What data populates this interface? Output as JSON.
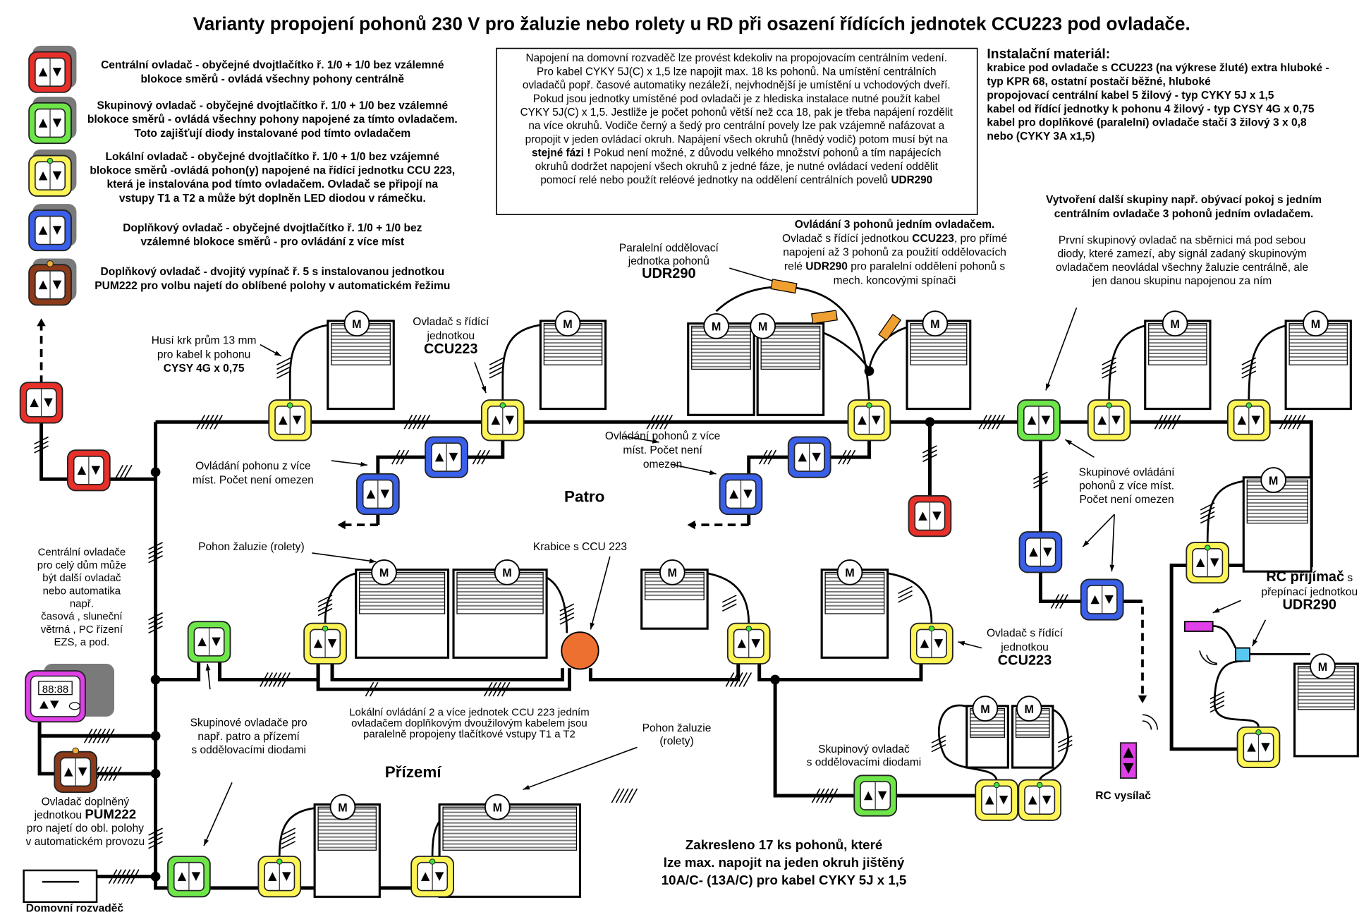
{
  "title": "Varianty propojení pohonů 230 V pro žaluzie nebo rolety u RD při osazení řídících jednotek CCU223 pod ovladače.",
  "colors": {
    "central": "#e8302a",
    "group": "#6ee64a",
    "local": "#fdf556",
    "additional": "#3a5fe8",
    "pum": "#8b3a1a",
    "timer": "#e040e8",
    "udr": "#f0a030",
    "ccu_box": "#ee7030",
    "rc_receiver": "#58c8f0",
    "rc_transmitter": "#e040e8",
    "led": "#40e040"
  },
  "legend": [
    {
      "type": "central",
      "lines": [
        "Centrální ovladač - obyčejné dvojtlačítko ř. 1/0 + 1/0 bez vzálemné",
        "blokoce směrů -  ovládá všechny pohony centrálně"
      ]
    },
    {
      "type": "group",
      "lines": [
        "Skupinový  ovladač  - obyčejné dvojtlačítko ř. 1/0 + 1/0 bez vzálemné",
        "blokoce směrů - ovládá všechny pohony napojené za tímto ovladačem.",
        "Toto zajišťují diody instalované pod tímto ovladačem"
      ]
    },
    {
      "type": "local",
      "lines": [
        "Lokální ovladač  - obyčejné dvojtlačítko ř. 1/0 + 1/0 bez vzájemné",
        "blokoce směrů -ovládá pohon(y) napojené na řídící jednotku CCU 223,",
        "která je instalována pod tímto ovladačem. Ovladač se připojí na",
        "vstupy  T1 a T2 a může být doplněn LED diodou v rámečku."
      ]
    },
    {
      "type": "additional",
      "lines": [
        "Doplňkový ovladač - obyčejné dvojtlačítko ř. 1/0 + 1/0 bez",
        "vzálemné blokoce směrů - pro ovládání z více míst"
      ]
    },
    {
      "type": "pum",
      "lines": [
        "Doplňkový ovladač - dvojitý vypínač  ř. 5 s instalovanou jednotkou",
        "PUM222 pro volbu najetí do oblíbené polohy v automatickém řežimu"
      ]
    }
  ],
  "info_box": [
    "Napojení na domovní rozvaděč lze provést kdekoliv na propojovacím centrálním vedení.",
    "Pro kabel CYKY 5J(C) x 1,5 lze napojit max. 18 ks pohonů. Na umístění centrálních",
    "ovladačů popř. časové automatiky nezáleží, nejvhodnější je umístění u vchodových dveří.",
    "Pokud jsou jednotky umístěné pod ovladači je z hlediska instalace nutné použít kabel",
    "CYKY 5J(C) x 1,5. Jestliže je počet pohonů větší než cca 18, pak je třeba napájení rozdělit",
    "na více okruhů. Vodiče černý a šedý pro centrální povely lze pak vzájemně nafázovat a",
    "propojit v jeden ovládací okruh. Napájení všech okruhů (hnědý vodič) potom musí být na",
    [
      "",
      "stejné fázi !",
      "  Pokud není možné, z důvodu velkého množství pohonů a tím napájecích"
    ],
    "okruhů dodržet napojení všech okruhů z jedné fáze, je nutné ovládací vedení oddělit",
    [
      "pomocí relé nebo použít reléové jednotky na oddělení centrálních povelů ",
      "UDR290"
    ]
  ],
  "material": {
    "heading": "Instalační materiál:",
    "lines": [
      "krabice pod ovladače s CCU223 (na výkrese žluté) extra hluboké -",
      "typ KPR 68,  ostatní postačí běžné, hluboké",
      "propojovací centrální kabel 5 žilový - typ CYKY 5J x 1,5",
      "kabel od řídící jednotky k pohonu 4 žilový - typ CYSY 4G x 0,75",
      "kabel pro doplňkové (paralelní) ovladače stačí 3 žilový 3 x 0,8",
      "nebo (CYKY 3A x1,5)"
    ]
  },
  "labels": {
    "husi_krk": [
      "Husí krk prům 13 mm",
      "pro kabel k pohonu",
      [
        "",
        "CYSY 4G x 0,75"
      ]
    ],
    "ccu_top": [
      "Ovladač s řídící",
      "jednotkou",
      [
        "",
        "CCU223"
      ]
    ],
    "udr_parallel": [
      "Paralelní oddělovací",
      "jednotka pohonů",
      [
        "",
        "UDR290"
      ]
    ],
    "three_drives": [
      [
        "",
        "Ovládání 3 pohonů jedním ovladačem."
      ],
      [
        "Ovladač s řídící jednotkou ",
        "CCU223",
        ", pro přímé"
      ],
      "napojení až 3 pohonů za použití oddělovacích",
      [
        "relé ",
        "UDR290",
        " pro paralelní oddělení pohonů s"
      ],
      "mech. koncovými spínači"
    ],
    "new_group_title": [
      [
        "",
        "Vytvoření další skupiny např. obývací pokoj s jedním"
      ],
      [
        "",
        "centrálním ovladače  3 pohonů jedním ovladačem."
      ]
    ],
    "new_group_text": [
      "První skupinový ovladač na sběrnici má pod sebou",
      "diody, které zamezí, aby signál zadaný skupinovým",
      "ovladačem neovládal všechny žaluzie centrálně, ale",
      "jen danou skupinu napojenou za ním"
    ],
    "multi_left": [
      "Ovládání pohonu z více",
      "míst. Počet není omezen"
    ],
    "multi_mid": [
      "Ovládání pohonů z více",
      "míst. Počet není",
      "omezen"
    ],
    "patro": [
      [
        "",
        "Patro"
      ]
    ],
    "group_multi": [
      "Skupinové ovládání",
      "pohonů z více míst.",
      "Počet není omezen"
    ],
    "drive_left": [
      "Pohon žaluzie (rolety)"
    ],
    "ccu_box": [
      "Krabice s CCU 223"
    ],
    "central_note": [
      "Centrální ovladače",
      "pro celý dům může",
      "být další ovladač",
      "nebo     automatika",
      "např.",
      "časová , sluneční",
      "větrná , PC řízení",
      "EZS,  a pod."
    ],
    "ccu_right": [
      "Ovladač s řídící",
      "jednotkou",
      [
        "",
        "CCU223"
      ]
    ],
    "rc_receiver": [
      [
        "",
        "RC přijímač",
        " s"
      ],
      "přepínací jednotkou",
      [
        "",
        "UDR290"
      ]
    ],
    "group_floor": [
      "Skupinové ovladače pro",
      "např. patro a přízemí",
      "s oddělovacími diodami"
    ],
    "local_multi": [
      "Lokální ovládání 2 a více jednotek CCU 223 jedním",
      "ovladačem doplňkovým dvoužilovým kabelem jsou",
      "paralelně propojeny tlačítkové vstupy T1 a T2"
    ],
    "drive_mid": [
      "Pohon žaluzie",
      "(rolety)"
    ],
    "prizemi": [
      [
        "",
        "Přízemí"
      ]
    ],
    "group_diodes": [
      "Skupinový ovladač",
      "s oddělovacími diodami"
    ],
    "pum_note": [
      "Ovladač doplněný",
      [
        "jednotkou ",
        "PUM222"
      ],
      "pro najetí do obl. polohy",
      "v automatickém provozu"
    ],
    "distribution": [
      [
        "",
        "Domovní rozvaděč"
      ]
    ],
    "rc_transmitter": [
      [
        "",
        "RC vysílač"
      ]
    ],
    "summary": [
      [
        "",
        "Zakresleno 17 ks pohonů, které"
      ],
      [
        "",
        "lze max. napojit na jeden okruh  jištěný"
      ],
      [
        "",
        "10A/C- (13A/C) pro kabel CYKY 5J x 1,5"
      ]
    ]
  },
  "motor_label": "M",
  "timer": {
    "display": "88:88"
  }
}
